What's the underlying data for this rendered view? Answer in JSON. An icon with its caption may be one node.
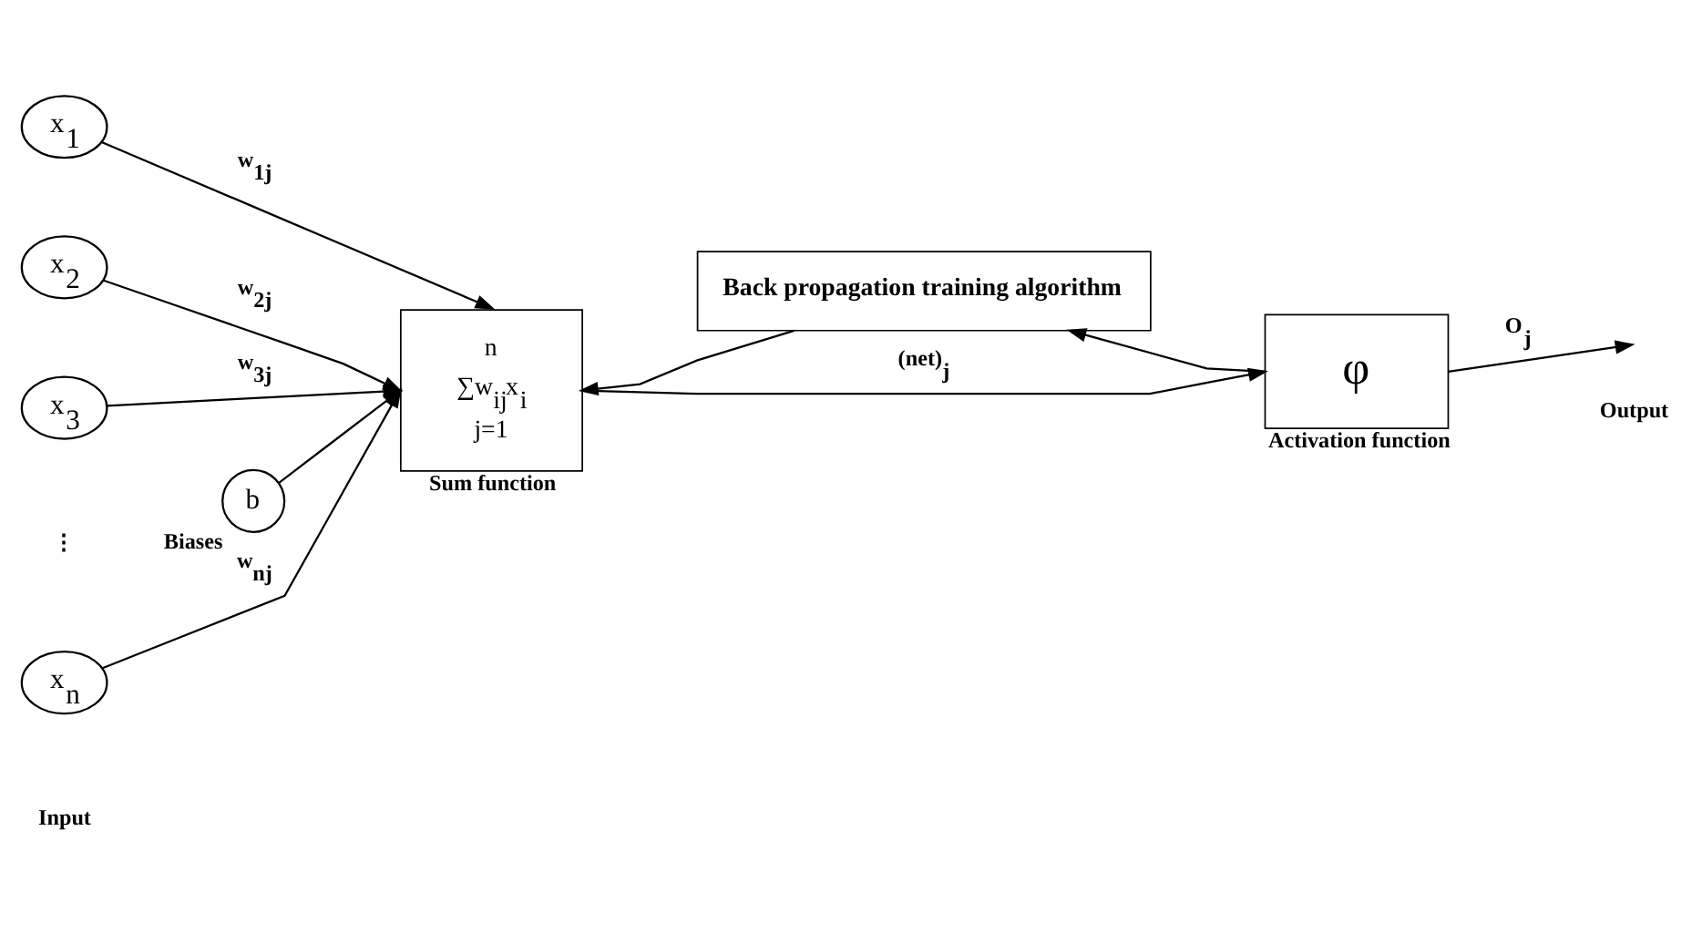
{
  "diagram": {
    "nodes": [
      {
        "text": [
          "x$_{1}$"
        ]
      },
      {
        "text": [
          "x$_{2}$"
        ]
      },
      {
        "text": [
          "x$_{3}$"
        ]
      },
      {
        "text": [
          "x$_{n}$"
        ]
      },
      {
        "text": [
          "b"
        ],
        "beside": [
          "Biases"
        ]
      },
      {
        "text": [
          "n",
          "∑w$_{ij}$x$_{i}$",
          "j=1"
        ],
        "beside": [
          "Sum function"
        ]
      },
      {
        "text": [
          "φ"
        ],
        "beside": [
          "Activation function"
        ]
      },
      {
        "text": [
          "Back propagation training algorithm"
        ]
      }
    ],
    "edges": [
      {
        "from": 0,
        "to": 5,
        "arrow": "to",
        "label": "w$_{1j}$"
      },
      {
        "from": 1,
        "to": 5,
        "arrow": "to",
        "label": "w$_{2j}$"
      },
      {
        "from": 2,
        "to": 5,
        "arrow": "to",
        "label": "w$_{3j}$"
      },
      {
        "from": 3,
        "to": 5,
        "arrow": "to",
        "label": "w$_{nj}$"
      },
      {
        "from": 4,
        "to": 5,
        "arrow": "to"
      },
      {
        "from": 5,
        "to": 6,
        "arrow": "to",
        "label": "(net)$_{j}$"
      },
      {
        "from": 6,
        "to": 7,
        "arrow": "to"
      },
      {
        "from": 7,
        "to": 5,
        "arrow": "to"
      },
      {
        "from": 6,
        "to": null,
        "arrow": "to",
        "label": "O$_{j}$"
      }
    ],
    "labels": [
      "⋮",
      "Input",
      "Output"
    ]
  }
}
